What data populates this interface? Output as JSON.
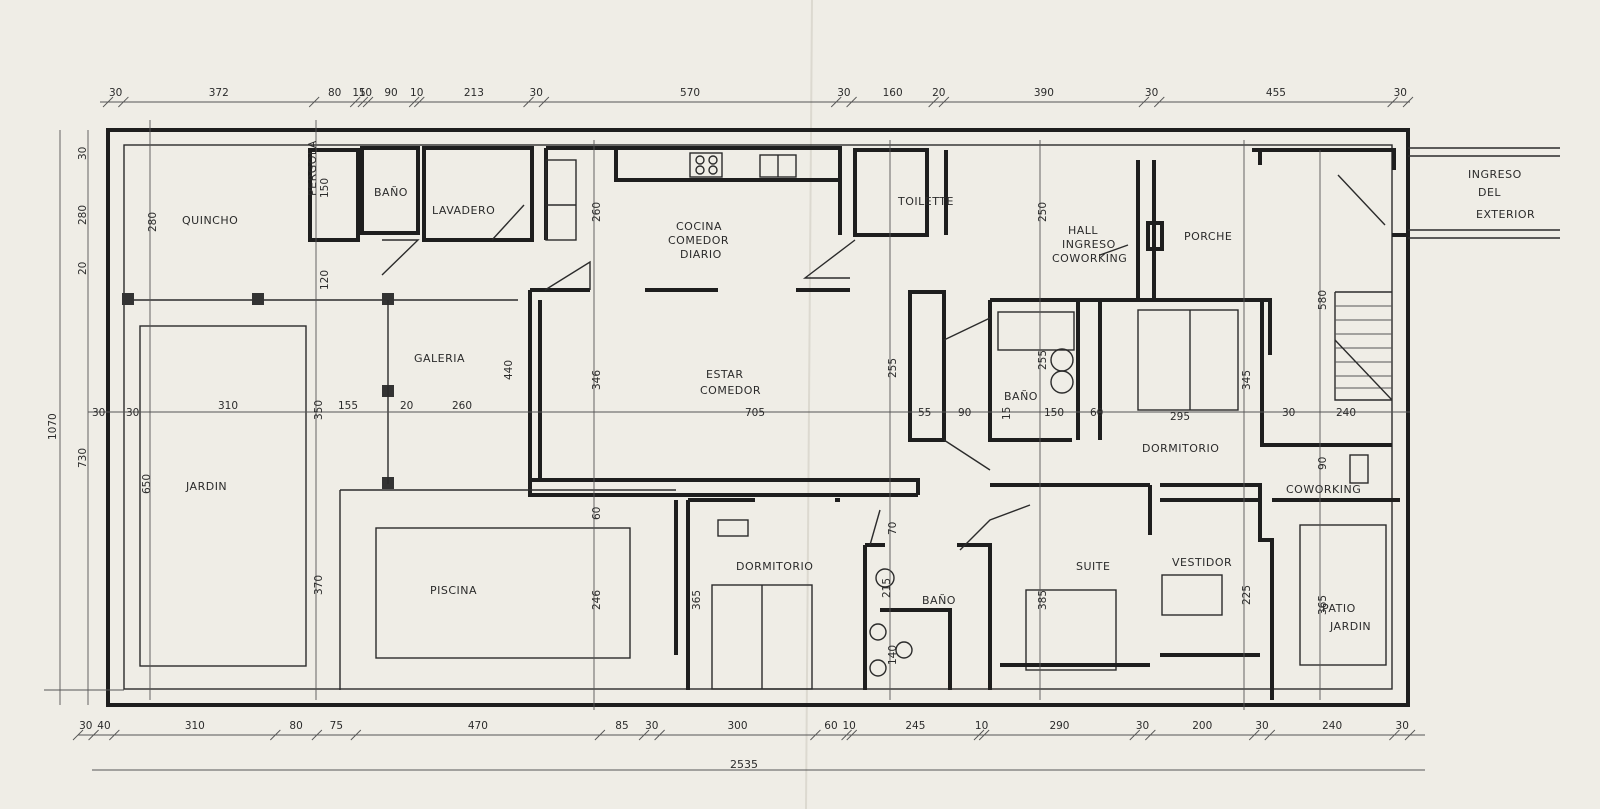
{
  "rooms": {
    "quincho": "QUINCHO",
    "pergola": "PERGOLA",
    "bano_1": "BAÑO",
    "lavadero": "LAVADERO",
    "cocina_1": "COCINA",
    "cocina_2": "COMEDOR",
    "cocina_3": "DIARIO",
    "toilette": "TOILETTE",
    "hall_1": "HALL",
    "hall_2": "INGRESO",
    "hall_3": "COWORKING",
    "porche": "PORCHE",
    "ingreso_1": "INGRESO",
    "ingreso_2": "DEL",
    "ingreso_3": "EXTERIOR",
    "galeria": "GALERIA",
    "estar_1": "ESTAR",
    "estar_2": "COMEDOR",
    "jardin": "JARDIN",
    "piscina": "PISCINA",
    "dormitorio_1": "DORMITORIO",
    "bano_2": "BAÑO",
    "suite": "SUITE",
    "vestidor": "VESTIDOR",
    "bano_3": "BAÑO",
    "dormitorio_2": "DORMITORIO",
    "coworking": "COWORKING",
    "patio_1": "PATIO",
    "patio_2": "JARDIN"
  },
  "top_dims": [
    "30",
    "372",
    "80",
    "15",
    "10",
    "90",
    "10",
    "213",
    "30",
    "570",
    "30",
    "160",
    "20",
    "390",
    "30",
    "455",
    "30"
  ],
  "bottom_dims": [
    "30",
    "40",
    "310",
    "80",
    "75",
    "470",
    "85",
    "30",
    "300",
    "60",
    "10",
    "245",
    "10",
    "290",
    "30",
    "200",
    "30",
    "240",
    "30"
  ],
  "total_width": "2535",
  "left_dims": [
    "30",
    "280",
    "20",
    "1070",
    "730",
    "650"
  ],
  "interior_dims": {
    "d_370": "370",
    "d_385": "385",
    "d_310": "310",
    "d_155": "155",
    "d_20": "20",
    "d_260": "260",
    "d_350": "350",
    "d_440": "440",
    "d_30a": "30",
    "d_30b": "30",
    "d_30c": "30",
    "d_346": "346",
    "d_705": "705",
    "d_255": "255",
    "d_55": "55",
    "d_90": "90",
    "d_150": "150",
    "d_60": "60",
    "d_295": "295",
    "d_240": "240",
    "d_580": "580",
    "d_345": "345",
    "d_260b": "260",
    "d_250": "250",
    "d_280": "280",
    "d_120": "120",
    "d_150b": "150",
    "d_246": "246",
    "d_60b": "60",
    "d_365": "365",
    "d_365b": "365",
    "d_225": "225",
    "d_70": "70",
    "d_140": "140",
    "d_215": "215",
    "d_255b": "255",
    "d_90b": "90",
    "d_15": "15"
  }
}
